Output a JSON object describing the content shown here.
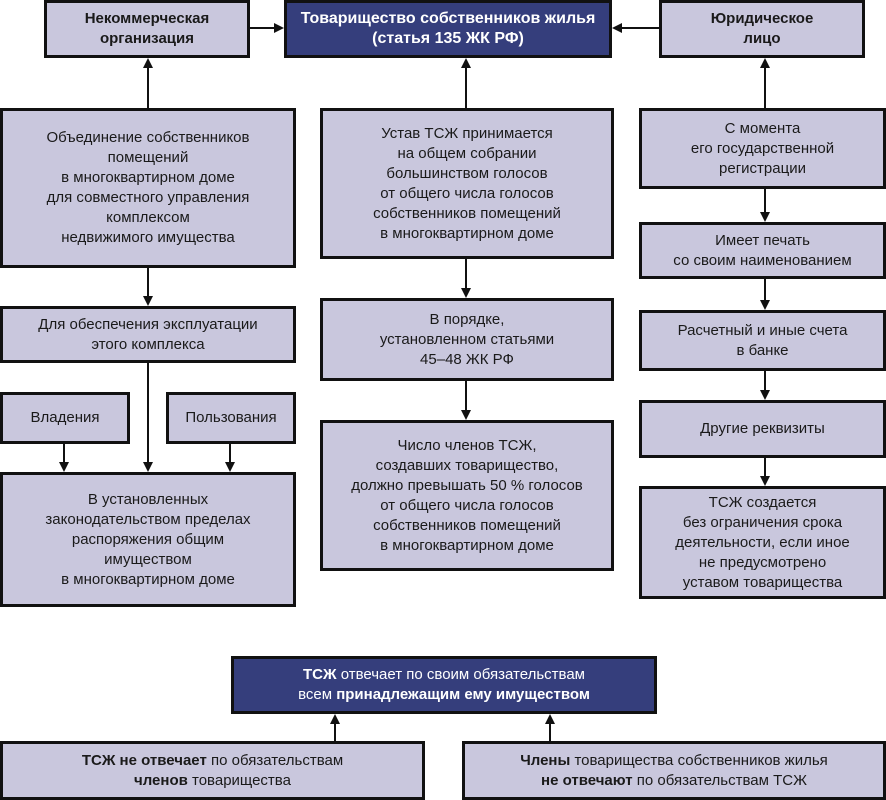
{
  "diagram": {
    "colors": {
      "box_fill": "#c9c7dd",
      "box_dark_fill": "#353e7c",
      "border": "#111111",
      "dark_text": "#ffffff"
    },
    "top_row": {
      "left": "Некоммерческая\nорганизация",
      "center": "Товарищество собственников жилья\n(статья 135 ЖК РФ)",
      "right": "Юридическое\nлицо"
    },
    "left_column": {
      "definition": "Объединение собственников\nпомещений\nв многоквартирном доме\nдля совместного управления\nкомплексом\nнедвижимого имущества",
      "purpose": "Для обеспечения эксплуатации\nэтого комплекса",
      "ownership": "Владения",
      "usage": "Пользования",
      "disposal": "В установленных\nзаконодательством пределах\nраспоряжения общим\nимуществом\nв многоквартирном доме"
    },
    "middle_column": {
      "charter": "Устав ТСЖ принимается\nна общем собрании\nбольшинством голосов\nот общего числа голосов\nсобственников помещений\nв многоквартирном доме",
      "procedure": "В порядке,\nустановленном статьями\n45–48 ЖК РФ",
      "members": "Число членов ТСЖ,\nсоздавших товарищество,\nдолжно превышать 50 % голосов\nот общего числа голосов\nсобственников помещений\nв многоквартирном доме"
    },
    "right_column": {
      "registration": "С момента\nего государственной\nрегистрации",
      "seal": "Имеет печать\nсо своим наименованием",
      "accounts": "Расчетный и иные счета\nв банке",
      "other": "Другие реквизиты",
      "term": "ТСЖ создается\nбез ограничения срока\nдеятельности, если иное\nне предусмотрено\nуставом товарищества"
    },
    "bottom": {
      "liability": {
        "line1_bold": "ТСЖ",
        "line1_rest": " отвечает по своим обязательствам",
        "line2_normal": "всем ",
        "line2_bold": "принадлежащим ему имуществом"
      },
      "not_members": {
        "line1_bold": "ТСЖ не отвечает",
        "line1_rest": " по обязательствам",
        "line2_bold": "членов",
        "line2_rest": " товарищества"
      },
      "members_not": {
        "line1_bold": "Члены",
        "line1_rest": " товарищества собственников жилья",
        "line2_bold": "не отвечают",
        "line2_rest": " по обязательствам ТСЖ"
      }
    }
  }
}
